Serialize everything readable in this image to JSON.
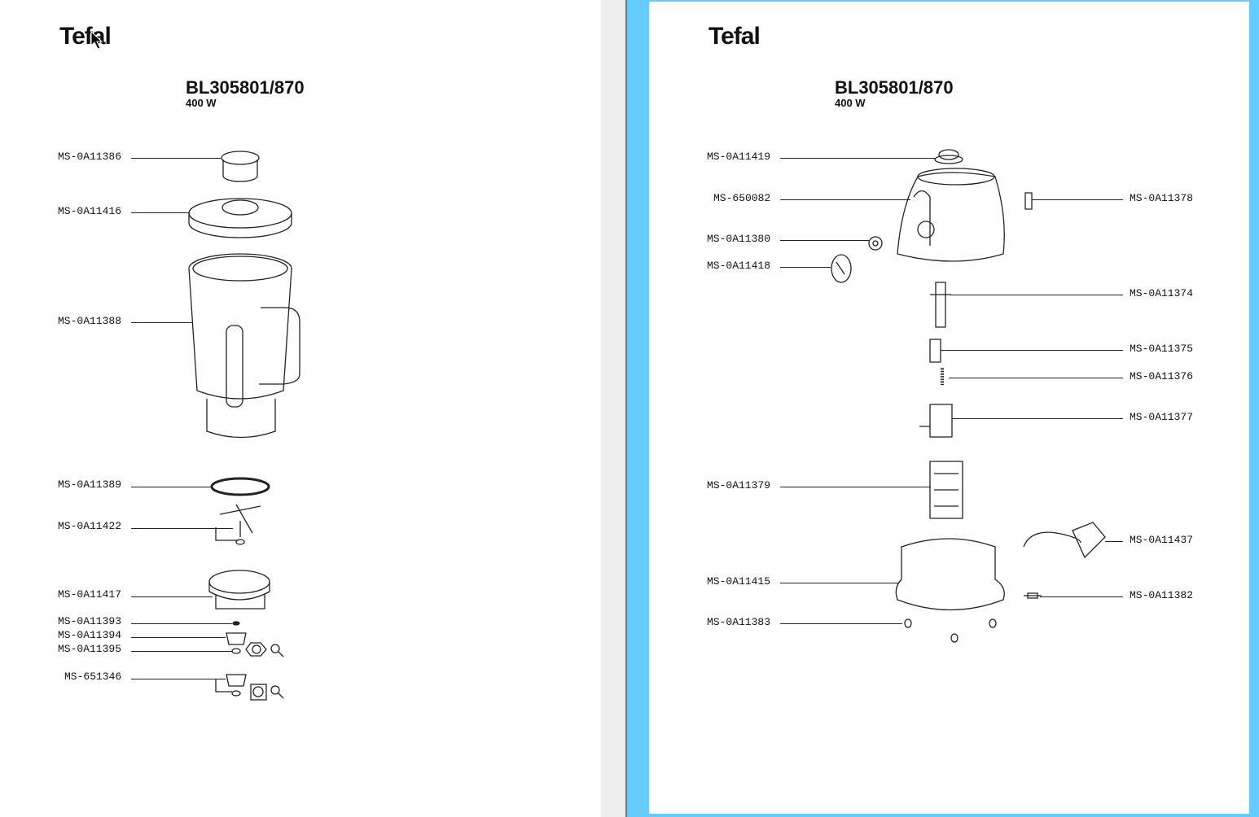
{
  "brand": "Tefal",
  "model": "BL305801/870",
  "power": "400 W",
  "left_parts": [
    "MS-0A11386",
    "MS-0A11416",
    "MS-0A11388",
    "MS-0A11389",
    "MS-0A11422",
    "MS-0A11417",
    "MS-0A11393",
    "MS-0A11394",
    "MS-0A11395",
    "MS-651346"
  ],
  "right_parts_left": [
    "MS-0A11419",
    "MS-650082",
    "MS-0A11380",
    "MS-0A11418",
    "MS-0A11379",
    "MS-0A11415",
    "MS-0A11383"
  ],
  "right_parts_right": [
    "MS-0A11378",
    "MS-0A11374",
    "MS-0A11375",
    "MS-0A11376",
    "MS-0A11377",
    "MS-0A11437",
    "MS-0A11382"
  ],
  "selection_color": "#66ccff"
}
